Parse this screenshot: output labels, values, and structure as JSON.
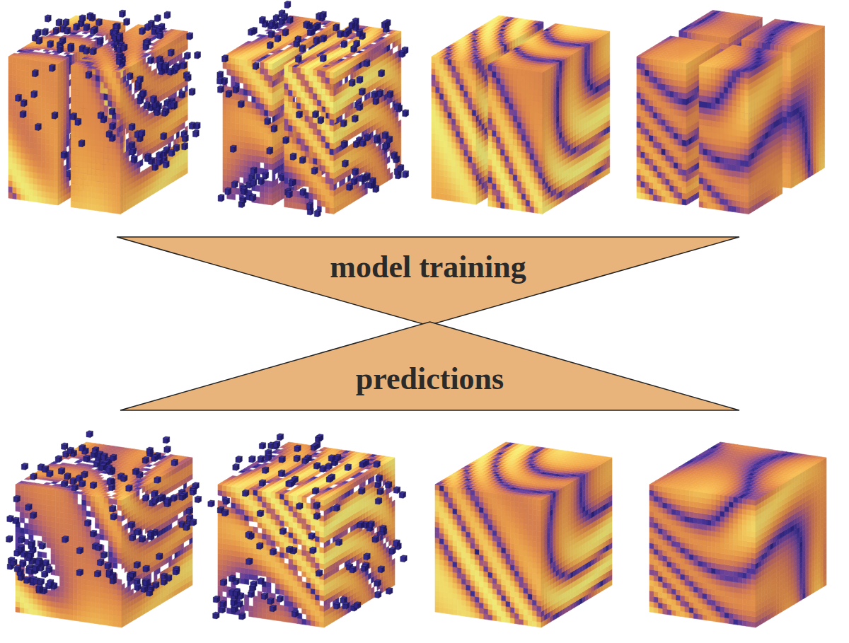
{
  "diagram": {
    "nodes": [
      {
        "text": [
          "model training"
        ]
      },
      {
        "text": [
          "predictions"
        ]
      }
    ],
    "edges": [
      {
        "from": 0,
        "to": 1,
        "arrow": "to"
      }
    ]
  }
}
